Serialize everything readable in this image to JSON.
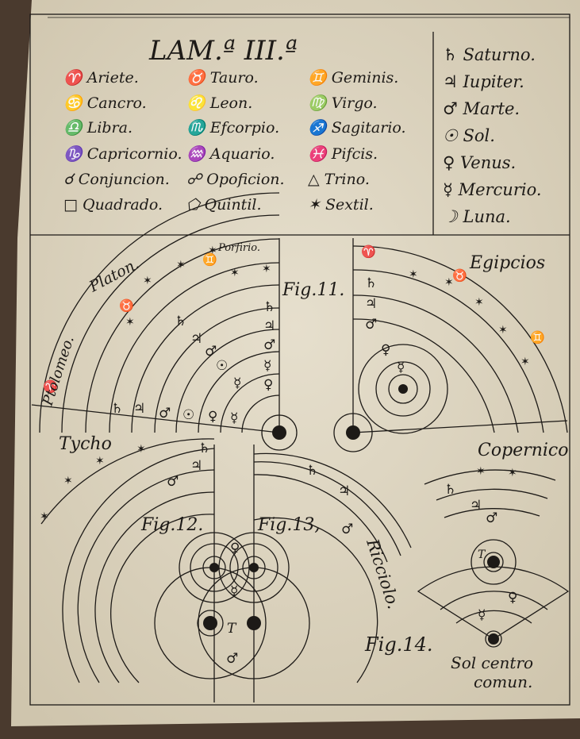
{
  "header": {
    "title": "LAM.ª III.ª"
  },
  "legend_signs": [
    {
      "glyph": "♈",
      "label": "Ariete."
    },
    {
      "glyph": "♉",
      "label": "Tauro."
    },
    {
      "glyph": "♊",
      "label": "Geminis."
    },
    {
      "glyph": "♋",
      "label": "Cancro."
    },
    {
      "glyph": "♌",
      "label": "Leon."
    },
    {
      "glyph": "♍",
      "label": "Virgo."
    },
    {
      "glyph": "♎",
      "label": "Libra."
    },
    {
      "glyph": "♏",
      "label": "Efcorpio."
    },
    {
      "glyph": "♐",
      "label": "Sagitario."
    },
    {
      "glyph": "♑",
      "label": "Capricornio."
    },
    {
      "glyph": "♒",
      "label": "Aquario."
    },
    {
      "glyph": "♓",
      "label": "Pifcis."
    },
    {
      "glyph": "☌",
      "label": "Conjuncion."
    },
    {
      "glyph": "☍",
      "label": "Opoficion."
    },
    {
      "glyph": "△",
      "label": "Trino."
    },
    {
      "glyph": "□",
      "label": "Quadrado."
    },
    {
      "glyph": "⬠",
      "label": "Quintil."
    },
    {
      "glyph": "✶",
      "label": "Sextil."
    }
  ],
  "legend_planets": [
    {
      "glyph": "♄",
      "label": "Saturno."
    },
    {
      "glyph": "♃",
      "label": "Iupiter."
    },
    {
      "glyph": "♂",
      "label": "Marte."
    },
    {
      "glyph": "☉",
      "label": "Sol."
    },
    {
      "glyph": "♀",
      "label": "Venus."
    },
    {
      "glyph": "☿",
      "label": "Mercurio."
    },
    {
      "glyph": "☽",
      "label": "Luna."
    }
  ],
  "figures": {
    "fig11": {
      "label": "Fig.11.",
      "left_title": "Platon.",
      "left_side": "Ptolomeo.",
      "top": "Porfirio.",
      "right_title": "Egipcios"
    },
    "fig12": {
      "label": "Fig.12.",
      "title": "Tycho"
    },
    "fig13": {
      "label": "Fig.13,",
      "title": "Ricciolo."
    },
    "fig14": {
      "label": "Fig.14.",
      "title": "Copernico",
      "caption_1": "Sol centro",
      "caption_2": "comun."
    },
    "earth_mark": "T"
  },
  "colors": {
    "paper": "#ddd5c2",
    "ink": "#1d1a17",
    "wood": "#4a3a2e"
  }
}
